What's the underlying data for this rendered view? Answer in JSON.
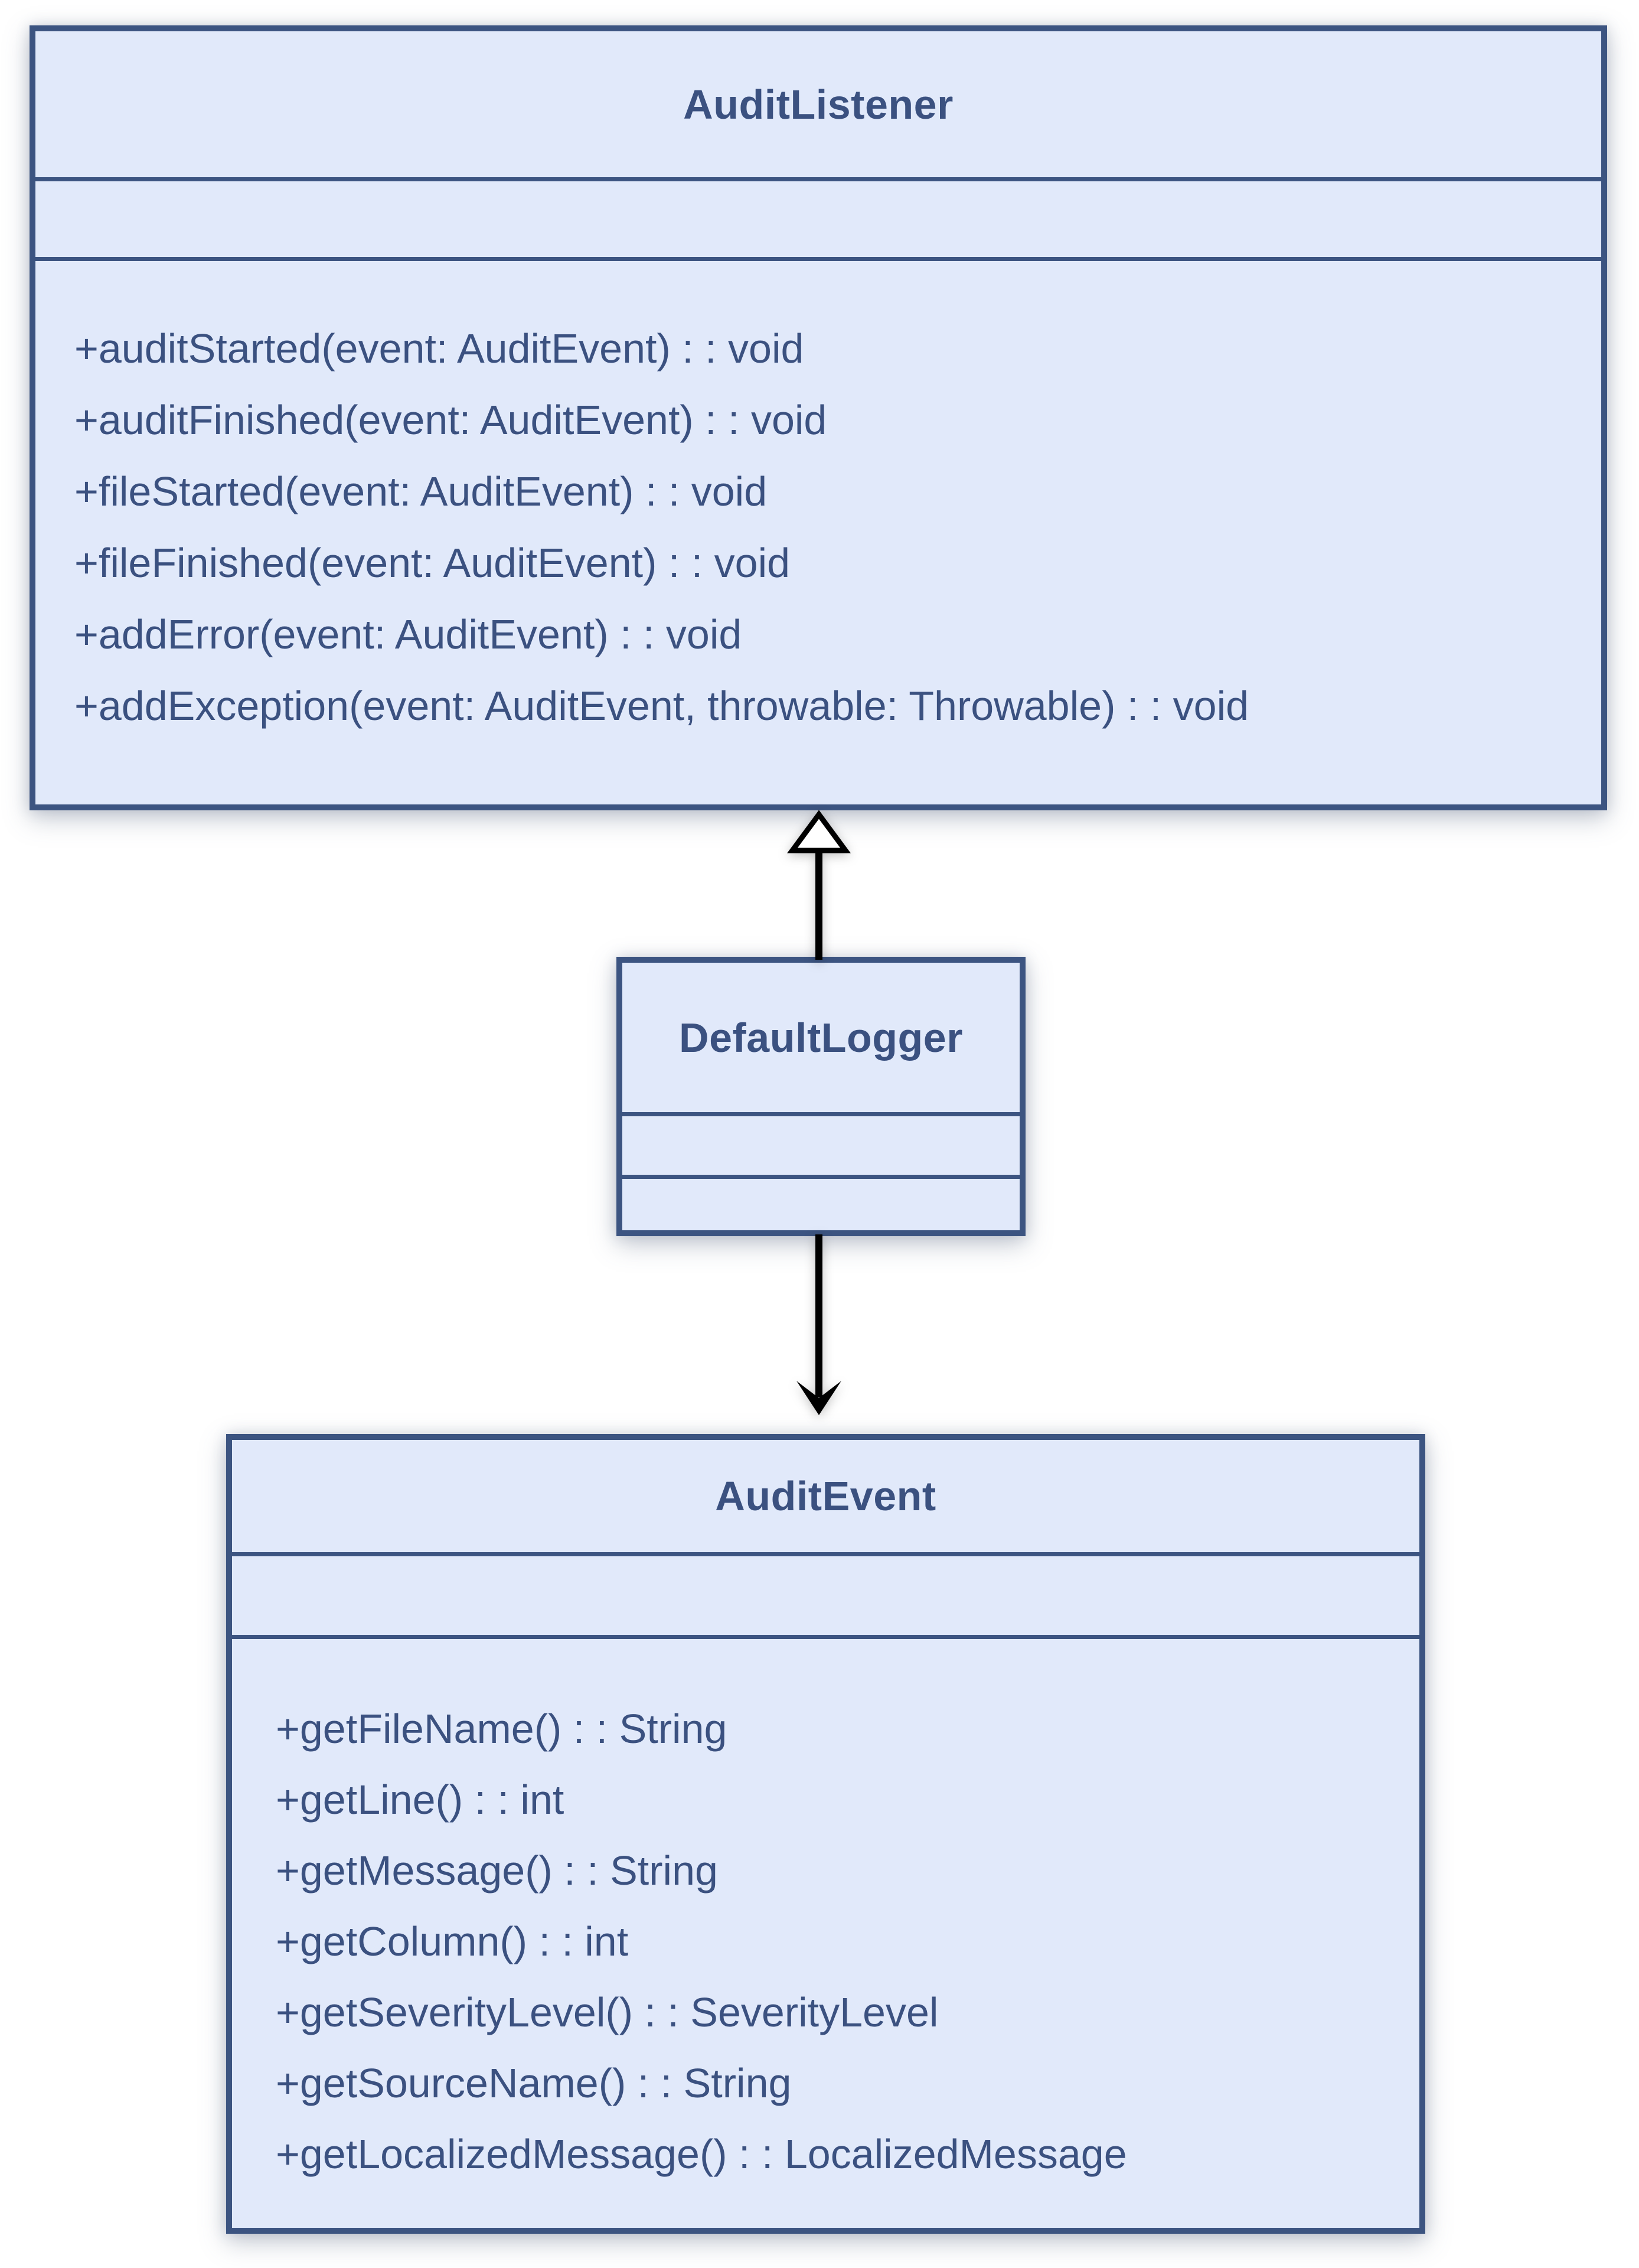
{
  "colors": {
    "box_fill": "#e1e9fa",
    "box_border": "#3c5481",
    "class_text": "#3b5180",
    "connector": "#000000",
    "generalization_fill": "#ffffff",
    "page_bg": "#ffffff"
  },
  "classes": [
    {
      "name": "AuditListener",
      "attributes": [],
      "methods": [
        "+auditStarted(event: AuditEvent) : : void",
        "+auditFinished(event: AuditEvent) : : void",
        "+fileStarted(event: AuditEvent) : : void",
        "+fileFinished(event: AuditEvent) : : void",
        "+addError(event: AuditEvent) : : void",
        "+addException(event: AuditEvent, throwable: Throwable) : : void"
      ]
    },
    {
      "name": "DefaultLogger",
      "attributes": [],
      "methods": []
    },
    {
      "name": "AuditEvent",
      "attributes": [],
      "methods": [
        "+getFileName() : : String",
        "+getLine() : : int",
        "+getMessage() : : String",
        "+getColumn() : : int",
        "+getSeverityLevel() : : SeverityLevel",
        "+getSourceName() : : String",
        "+getLocalizedMessage() : : LocalizedMessage"
      ]
    }
  ],
  "relationships": [
    {
      "from": "DefaultLogger",
      "to": "AuditListener",
      "type": "generalization",
      "arrowhead": "hollow-triangle-up"
    },
    {
      "from": "DefaultLogger",
      "to": "AuditEvent",
      "type": "directed-association",
      "arrowhead": "open-barb-down"
    }
  ]
}
